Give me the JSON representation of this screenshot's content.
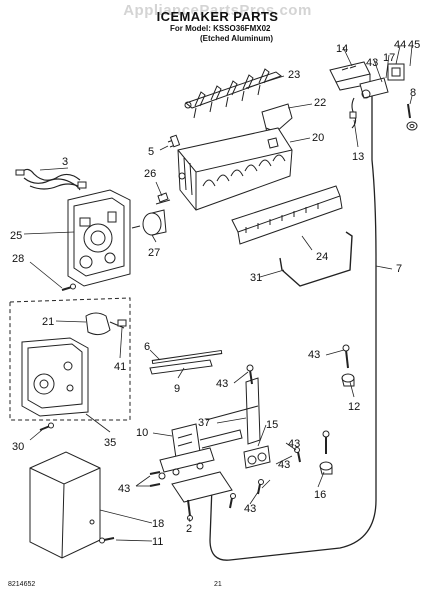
{
  "header": {
    "watermark": "AppliancePartsPros.com",
    "title": "ICEMAKER PARTS",
    "model_line": "For Model: KSSO36FMX02",
    "finish_line": "(Etched Aluminum)"
  },
  "callouts": [
    "2",
    "3",
    "5",
    "6",
    "7",
    "8",
    "9",
    "10",
    "11",
    "12",
    "13",
    "14",
    "15",
    "16",
    "17",
    "18",
    "20",
    "21",
    "22",
    "23",
    "24",
    "25",
    "26",
    "27",
    "28",
    "30",
    "31",
    "35",
    "37",
    "41",
    "43",
    "44",
    "45"
  ],
  "footer": {
    "ref_code": "8214652",
    "page_number": "21"
  }
}
